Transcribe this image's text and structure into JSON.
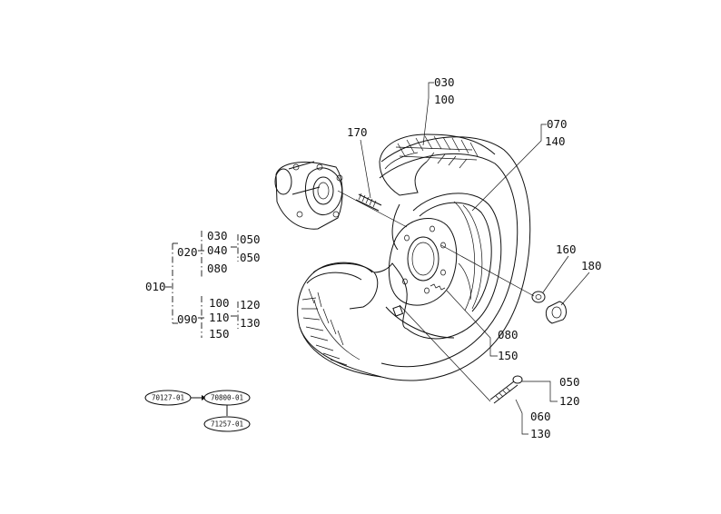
{
  "parts": {
    "p030_100": [
      "030",
      "100"
    ],
    "p070_140": [
      "070",
      "140"
    ],
    "p170": "170",
    "p160": "160",
    "p180": "180",
    "p080_150": [
      "080",
      "150"
    ],
    "p050_120": [
      "050",
      "120"
    ],
    "p060_130": [
      "060",
      "130"
    ]
  },
  "tree": {
    "root": "010",
    "branch_a": "020",
    "branch_a_items": [
      "030",
      "040",
      "080"
    ],
    "branch_a_sub": [
      "050",
      "050"
    ],
    "branch_b": "090",
    "branch_b_items": [
      "100",
      "110",
      "150"
    ],
    "branch_b_sub": [
      "120",
      "130"
    ]
  },
  "ref_codes": [
    "70127-01",
    "70800-01",
    "71257-01"
  ]
}
